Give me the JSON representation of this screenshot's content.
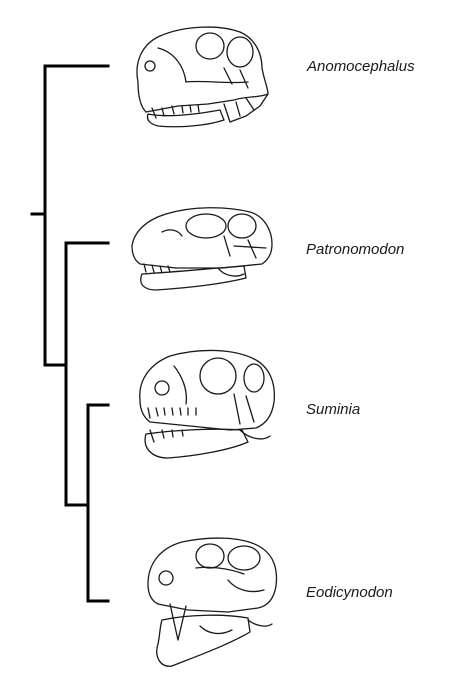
{
  "taxa": [
    {
      "name": "Anomocephalus",
      "skull_icon": "skull-drawing-anomocephalus"
    },
    {
      "name": "Patronomodon",
      "skull_icon": "skull-drawing-patronomodon"
    },
    {
      "name": "Suminia",
      "skull_icon": "skull-drawing-suminia"
    },
    {
      "name": "Eodicynodon",
      "skull_icon": "skull-drawing-eodicynodon"
    }
  ],
  "tree": {
    "topology": "(Anomocephalus,(Patronomodon,(Suminia,Eodicynodon)))",
    "line_color": "#000000"
  }
}
